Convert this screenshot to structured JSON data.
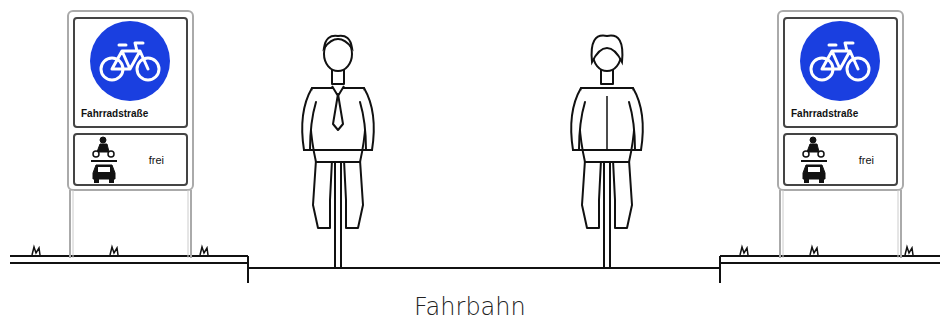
{
  "diagram": {
    "nodes": [
      {
        "text": [
          "Fahrradstraße"
        ]
      },
      {
        "text": [
          "frei"
        ]
      },
      {
        "text": [
          "Fahrradstraße"
        ]
      },
      {
        "text": [
          "frei"
        ]
      }
    ],
    "labels": [
      "Fahrbahn"
    ]
  }
}
